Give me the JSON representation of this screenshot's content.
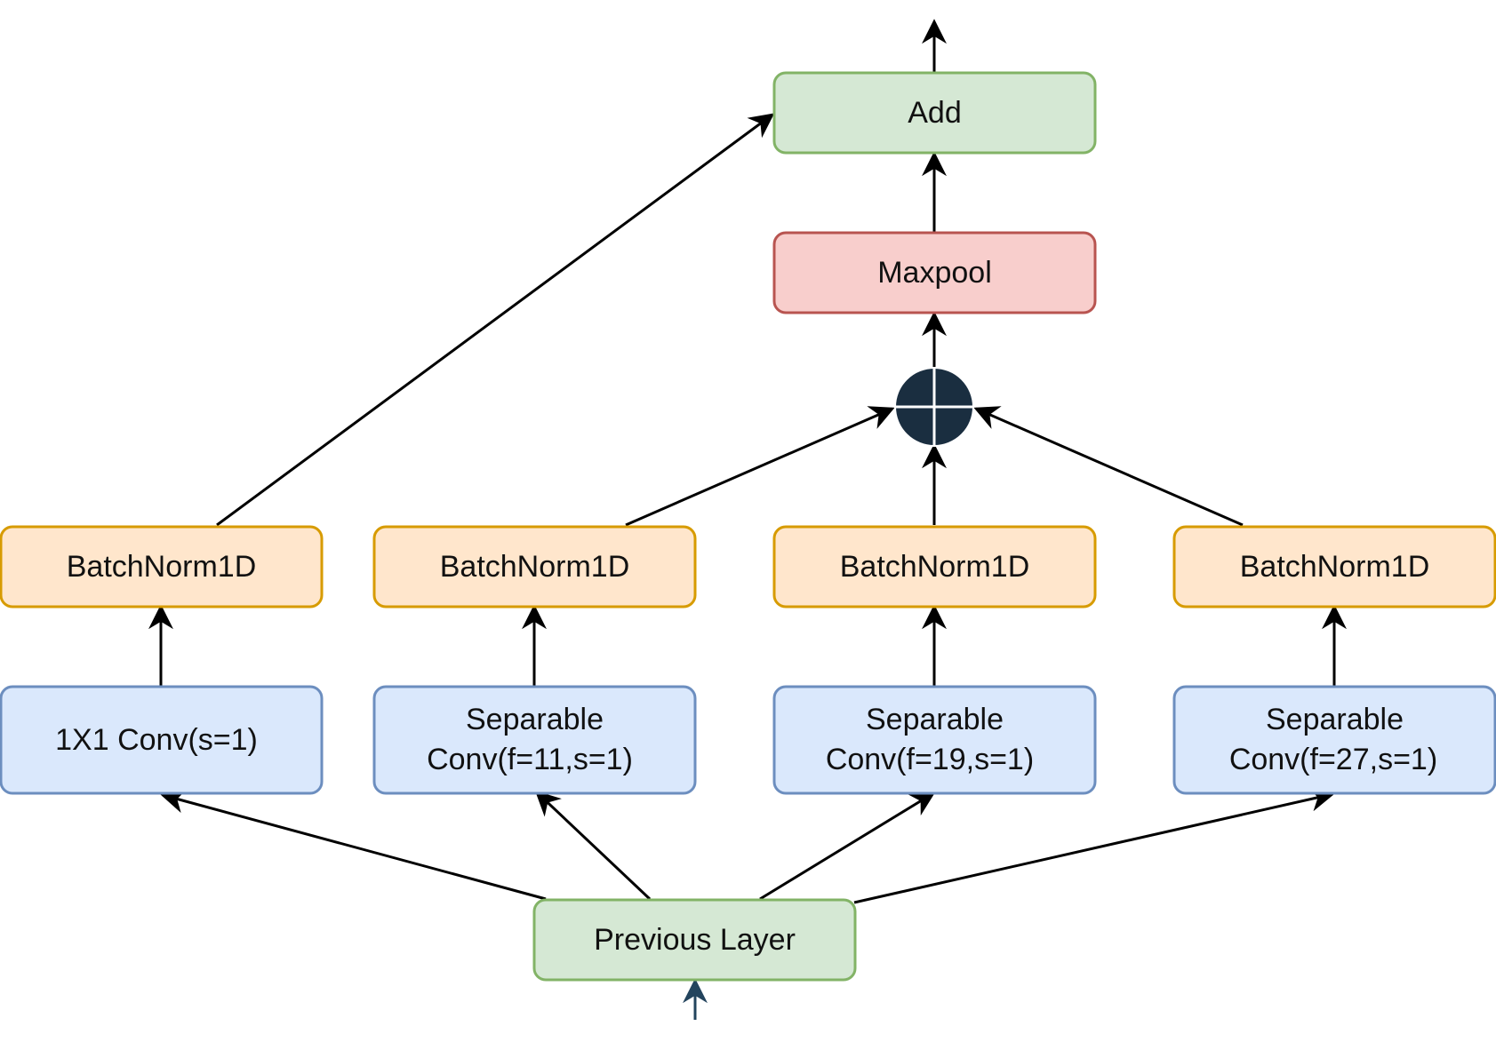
{
  "colors": {
    "green_fill": "#d5e8d4",
    "green_stroke": "#82b366",
    "red_fill": "#f8cecc",
    "red_stroke": "#b85450",
    "orange_fill": "#ffe6cc",
    "orange_stroke": "#d79b00",
    "blue_fill": "#dae8fc",
    "blue_stroke": "#6c8ebf",
    "sum_fill": "#1a2e40"
  },
  "nodes": {
    "add": "Add",
    "maxpool": "Maxpool",
    "bn1": "BatchNorm1D",
    "bn2": "BatchNorm1D",
    "bn3": "BatchNorm1D",
    "bn4": "BatchNorm1D",
    "conv1": [
      "1X1 Conv(s=1)"
    ],
    "conv2": [
      "Separable",
      "Conv(f=11,s=1)"
    ],
    "conv3": [
      "Separable",
      "Conv(f=19,s=1)"
    ],
    "conv4": [
      "Separable",
      "Conv(f=27,s=1)"
    ],
    "prev": "Previous Layer"
  },
  "sum_node": "sum-circle-icon"
}
